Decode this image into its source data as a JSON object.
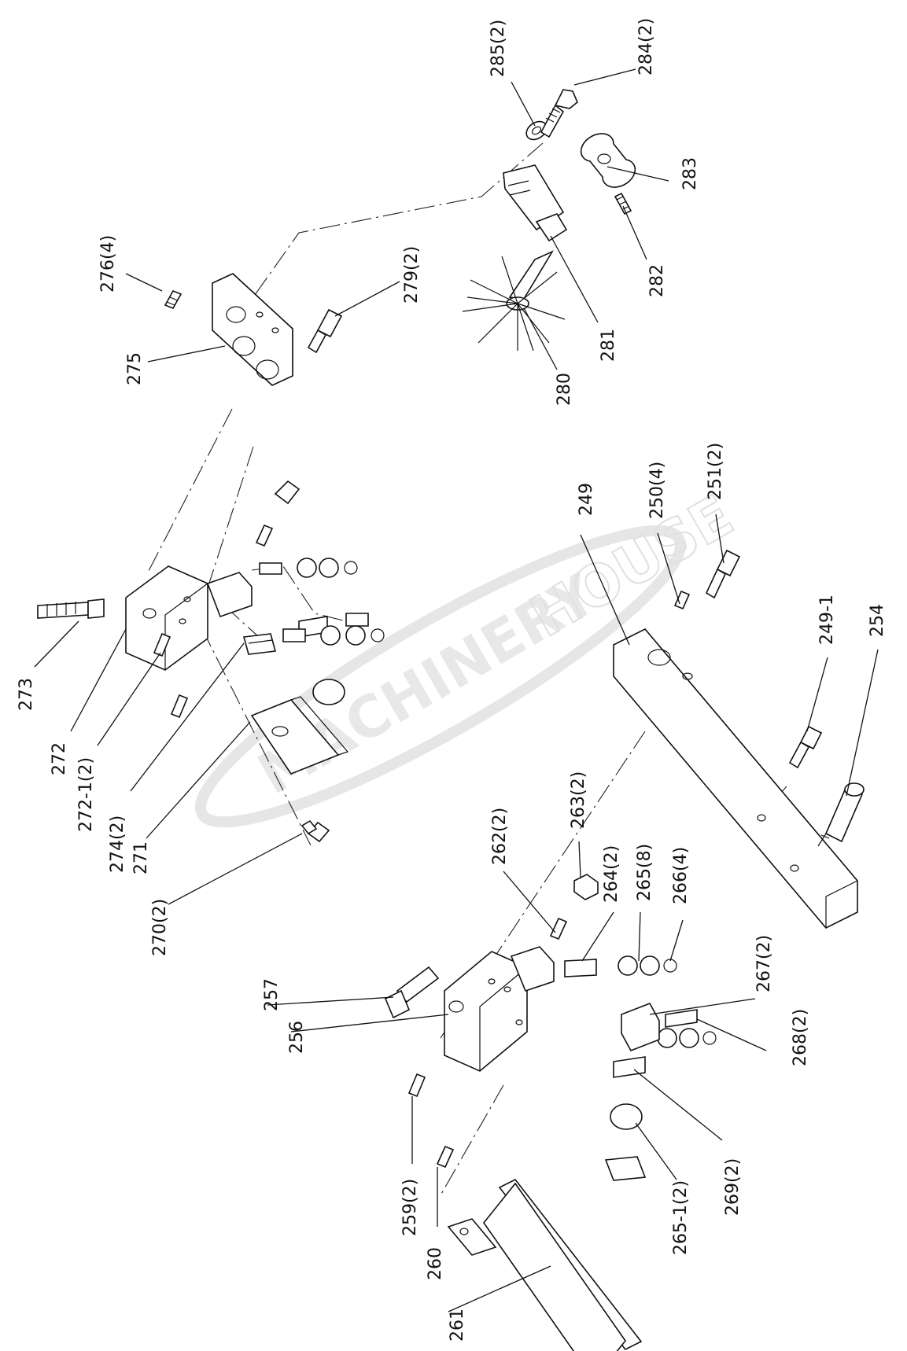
{
  "watermark": {
    "main": "MACHINERY",
    "suffix": "HOUSE"
  },
  "labels": [
    {
      "id": "l285",
      "text": "285(2)"
    },
    {
      "id": "l284",
      "text": "284(2)"
    },
    {
      "id": "l283",
      "text": "283"
    },
    {
      "id": "l282",
      "text": "282"
    },
    {
      "id": "l281",
      "text": "281"
    },
    {
      "id": "l280",
      "text": "280"
    },
    {
      "id": "l279",
      "text": "279(2)"
    },
    {
      "id": "l276",
      "text": "276(4)"
    },
    {
      "id": "l275",
      "text": "275"
    },
    {
      "id": "l273",
      "text": "273"
    },
    {
      "id": "l272",
      "text": "272"
    },
    {
      "id": "l272_1",
      "text": "272-1(2)"
    },
    {
      "id": "l274",
      "text": "274(2)"
    },
    {
      "id": "l271",
      "text": "271"
    },
    {
      "id": "l270",
      "text": "270(2)"
    },
    {
      "id": "l249",
      "text": "249"
    },
    {
      "id": "l250",
      "text": "250(4)"
    },
    {
      "id": "l251",
      "text": "251(2)"
    },
    {
      "id": "l249_1",
      "text": "249-1"
    },
    {
      "id": "l254",
      "text": "254"
    },
    {
      "id": "l263",
      "text": "263(2)"
    },
    {
      "id": "l262",
      "text": "262(2)"
    },
    {
      "id": "l264",
      "text": "264(2)"
    },
    {
      "id": "l265",
      "text": "265(8)"
    },
    {
      "id": "l266",
      "text": "266(4)"
    },
    {
      "id": "l257",
      "text": "257"
    },
    {
      "id": "l256",
      "text": "256"
    },
    {
      "id": "l267",
      "text": "267(2)"
    },
    {
      "id": "l268",
      "text": "268(2)"
    },
    {
      "id": "l259",
      "text": "259(2)"
    },
    {
      "id": "l260",
      "text": "260"
    },
    {
      "id": "l261",
      "text": "261"
    },
    {
      "id": "l265_1",
      "text": "265-1(2)"
    },
    {
      "id": "l269",
      "text": "269(2)"
    }
  ]
}
